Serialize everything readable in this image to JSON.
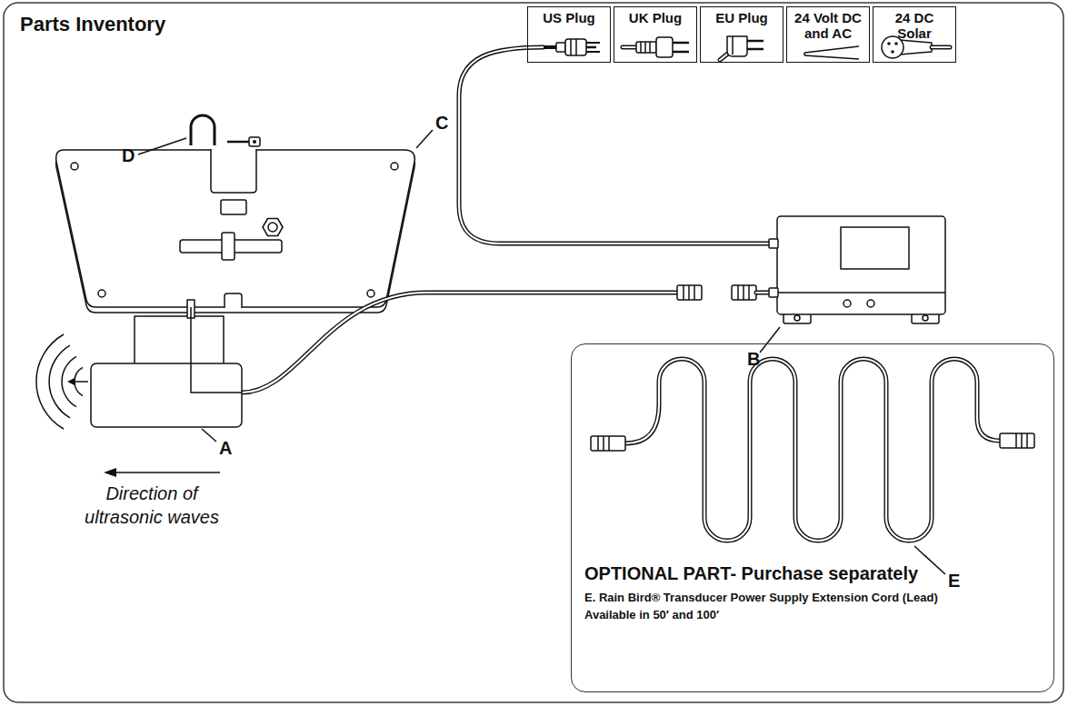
{
  "diagram": {
    "title": "Parts Inventory",
    "nodes": [
      {
        "text": [
          "US Plug"
        ]
      },
      {
        "text": [
          "UK Plug"
        ]
      },
      {
        "text": [
          "EU Plug"
        ]
      },
      {
        "text": [
          "24 Volt DC and AC"
        ]
      },
      {
        "text": [
          "24 DC Solar"
        ]
      },
      {
        "text": [
          "OPTIONAL PART- Purchase separately",
          "E. Rain Bird® Transducer Power Supply Extension Cord (Lead) Available in 50′ and 100′"
        ]
      }
    ],
    "labels": [
      "D",
      "C",
      "B",
      "A",
      "Direction of ultrasonic waves",
      "E"
    ]
  }
}
